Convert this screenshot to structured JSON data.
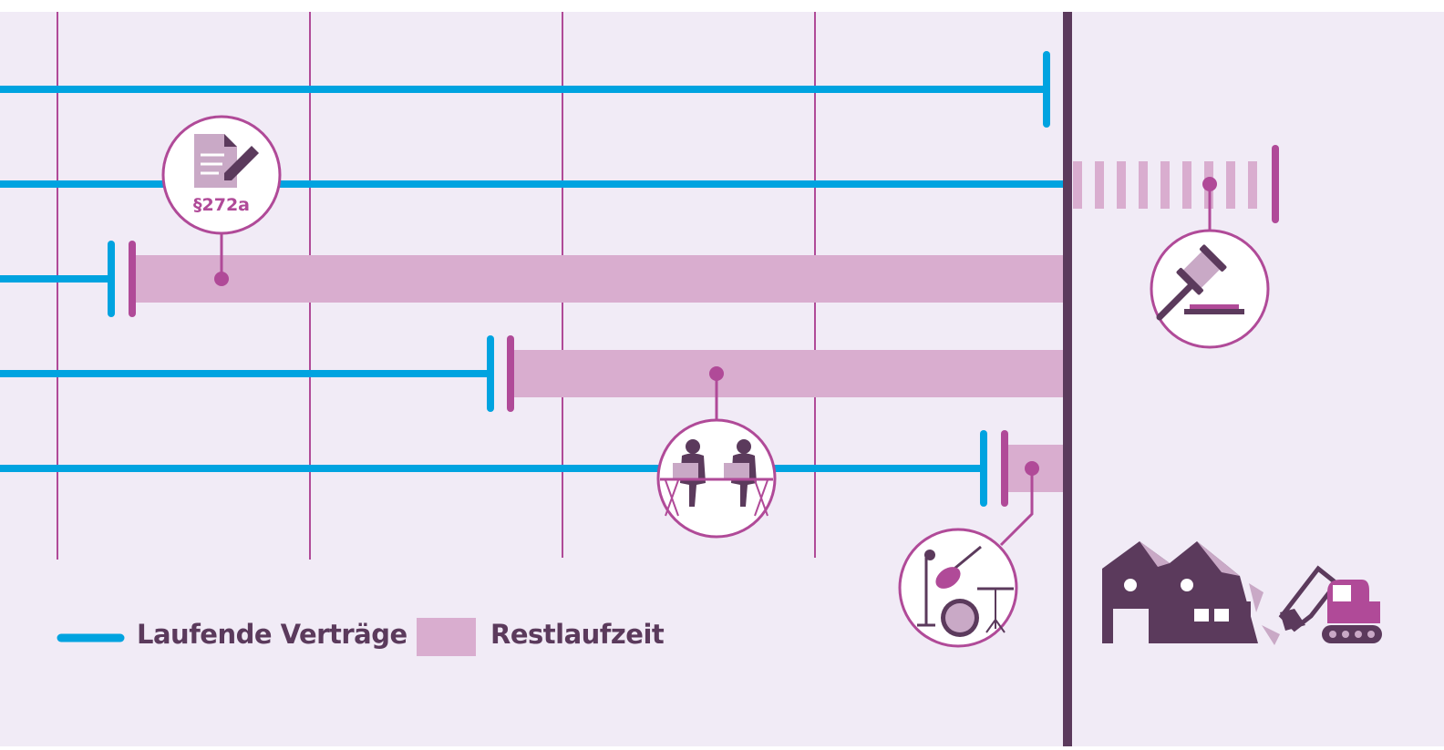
{
  "legend": {
    "running_contracts": "Laufende Verträge",
    "remaining_term": "Restlaufzeit"
  },
  "markers": {
    "paragraph": "§272a"
  },
  "icons": {
    "contract": "document-pen-icon",
    "court": "gavel-icon",
    "coworking": "coworking-people-icon",
    "music": "music-instruments-icon",
    "demolition": "demolition-excavator-icon"
  },
  "colors": {
    "background": "#f1ebf6",
    "contract_line": "#00a3e0",
    "remaining_fill": "#d9adcf",
    "accent": "#b04a98",
    "dark": "#5b3a5c"
  }
}
